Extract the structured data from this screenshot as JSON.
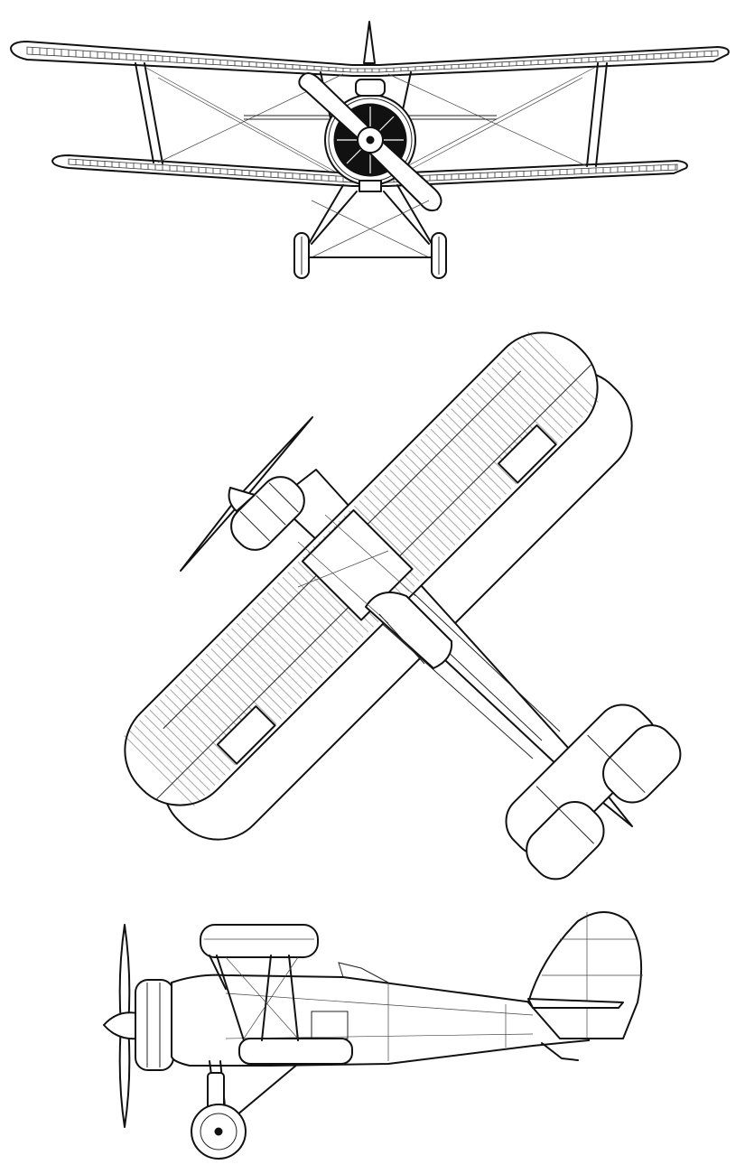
{
  "figure": {
    "views": [
      "front",
      "top",
      "side"
    ],
    "line_color": "#111111",
    "background": "#ffffff"
  }
}
